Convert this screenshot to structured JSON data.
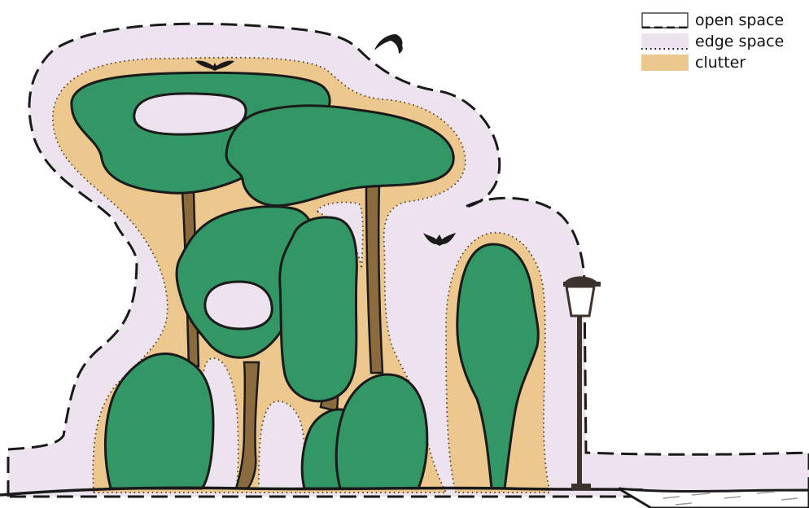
{
  "colors": {
    "open_space": "#ffffff",
    "edge_space": "#ece3ef",
    "clutter": "#ecc78e",
    "foliage": "#339665",
    "trunk": "#8b6a3d",
    "outline": "#1a1a1a",
    "lamp": "#3b332c",
    "water_lines": "#9a9a9a"
  },
  "legend": {
    "items": [
      {
        "label": "open space",
        "swatch": "dashed"
      },
      {
        "label": "edge space",
        "swatch": "dotted"
      },
      {
        "label": "clutter",
        "swatch": "fill"
      }
    ]
  },
  "icons": [
    "bat-icon",
    "tree-icon",
    "street-lamp-icon"
  ]
}
